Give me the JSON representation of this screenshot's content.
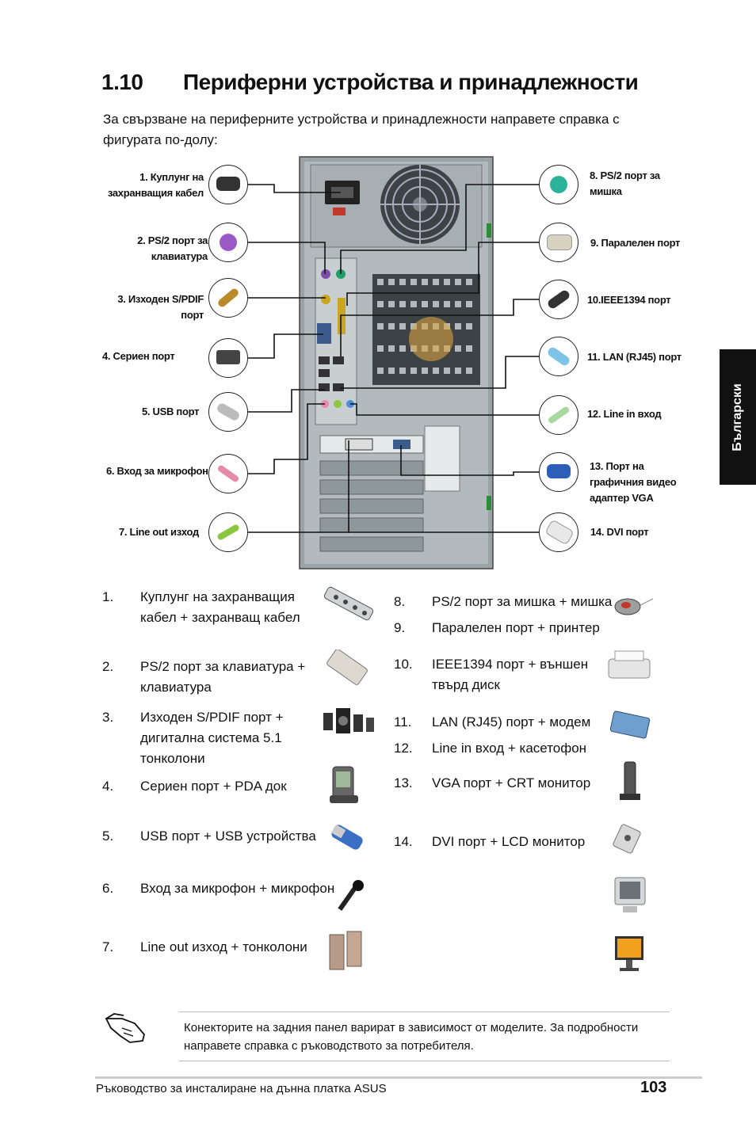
{
  "heading": {
    "number": "1.10",
    "title": "Периферни устройства и принадлежности"
  },
  "intro": "За свързване на периферните устройства и принадлежности направете справка с фигурата по-долу:",
  "side_tab": "Български",
  "callouts_left": [
    {
      "l1": "1. Куплунг на",
      "l2": "захранващия кабел",
      "icon": "power-plug-icon",
      "color": "#333333"
    },
    {
      "l1": "2. PS/2 порт за",
      "l2": "клавиатура",
      "icon": "ps2-keyboard-plug-icon",
      "color": "#9b59c6"
    },
    {
      "l1": "3. Изходен S/PDIF",
      "l2": "порт",
      "icon": "rca-plug-icon",
      "color": "#b88a2a"
    },
    {
      "l1": "4. Сериен порт",
      "l2": "",
      "icon": "serial-plug-icon",
      "color": "#444444"
    },
    {
      "l1": "5. USB порт",
      "l2": "",
      "icon": "usb-plug-icon",
      "color": "#bbbbbb"
    },
    {
      "l1": "6. Вход за микрофон",
      "l2": "",
      "icon": "mic-jack-icon",
      "color": "#e58aa8"
    },
    {
      "l1": "7. Line out изход",
      "l2": "",
      "icon": "line-out-jack-icon",
      "color": "#8cc63f"
    }
  ],
  "callouts_right": [
    {
      "l1": "8. PS/2 порт за",
      "l2": "мишка",
      "l3": "",
      "icon": "ps2-mouse-plug-icon",
      "color": "#2ab39a"
    },
    {
      "l1": "9. Паралелен порт",
      "l2": "",
      "l3": "",
      "icon": "parallel-plug-icon",
      "color": "#d8d2c0"
    },
    {
      "l1": "10.IEEE1394 порт",
      "l2": "",
      "l3": "",
      "icon": "firewire-plug-icon",
      "color": "#333333"
    },
    {
      "l1": "11. LAN (RJ45) порт",
      "l2": "",
      "l3": "",
      "icon": "rj45-plug-icon",
      "color": "#7fc4e8"
    },
    {
      "l1": "12. Line in вход",
      "l2": "",
      "l3": "",
      "icon": "line-in-jack-icon",
      "color": "#a8d8a0"
    },
    {
      "l1": "13. Порт на",
      "l2": "графичния видео",
      "l3": "адаптер VGA",
      "icon": "vga-plug-icon",
      "color": "#2d5fb8"
    },
    {
      "l1": "14. DVI порт",
      "l2": "",
      "l3": "",
      "icon": "dvi-plug-icon",
      "color": "#e8e8e8"
    }
  ],
  "list_left": [
    {
      "num": "1.",
      "l1": "Куплунг на захранващия",
      "l2": "кабел + захранващ кабел",
      "l3": ""
    },
    {
      "num": "2.",
      "l1": "PS/2 порт за клавиатура +",
      "l2": "клавиатура",
      "l3": ""
    },
    {
      "num": "3.",
      "l1": "Изходен S/PDIF порт +",
      "l2": "дигитална система 5.1",
      "l3": "тонколони"
    },
    {
      "num": "4.",
      "l1": "Сериен порт + PDA док",
      "l2": "",
      "l3": ""
    },
    {
      "num": "5.",
      "l1": "USB порт + USB устройства",
      "l2": "",
      "l3": ""
    },
    {
      "num": "6.",
      "l1": "Вход за микрофон + микрофон",
      "l2": "",
      "l3": ""
    },
    {
      "num": "7.",
      "l1": "Line out изход + тонколони",
      "l2": "",
      "l3": ""
    }
  ],
  "list_right": [
    {
      "num": "8.",
      "l1": "PS/2 порт за мишка + мишка",
      "l2": ""
    },
    {
      "num": "9.",
      "l1": "Паралелен порт + принтер",
      "l2": ""
    },
    {
      "num": "10.",
      "l1": "IEEE1394 порт + външен",
      "l2": "твърд диск"
    },
    {
      "num": "11.",
      "l1": "LAN (RJ45) порт + модем",
      "l2": ""
    },
    {
      "num": "12.",
      "l1": "Line in вход + касетофон",
      "l2": ""
    },
    {
      "num": "13.",
      "l1": "VGA порт + CRT монитор",
      "l2": ""
    },
    {
      "num": "14.",
      "l1": "DVI порт + LCD монитор",
      "l2": ""
    }
  ],
  "note": "Конекторите на задния панел варират в зависимост от моделите. За подробности направете справка с ръководството за потребителя.",
  "footer": {
    "text": "Ръководство за инсталиране на дънна платка ASUS",
    "page": "103"
  },
  "colors": {
    "panel": "#a9b2b5",
    "panel_dark": "#5c6468",
    "tab": "#111111"
  }
}
